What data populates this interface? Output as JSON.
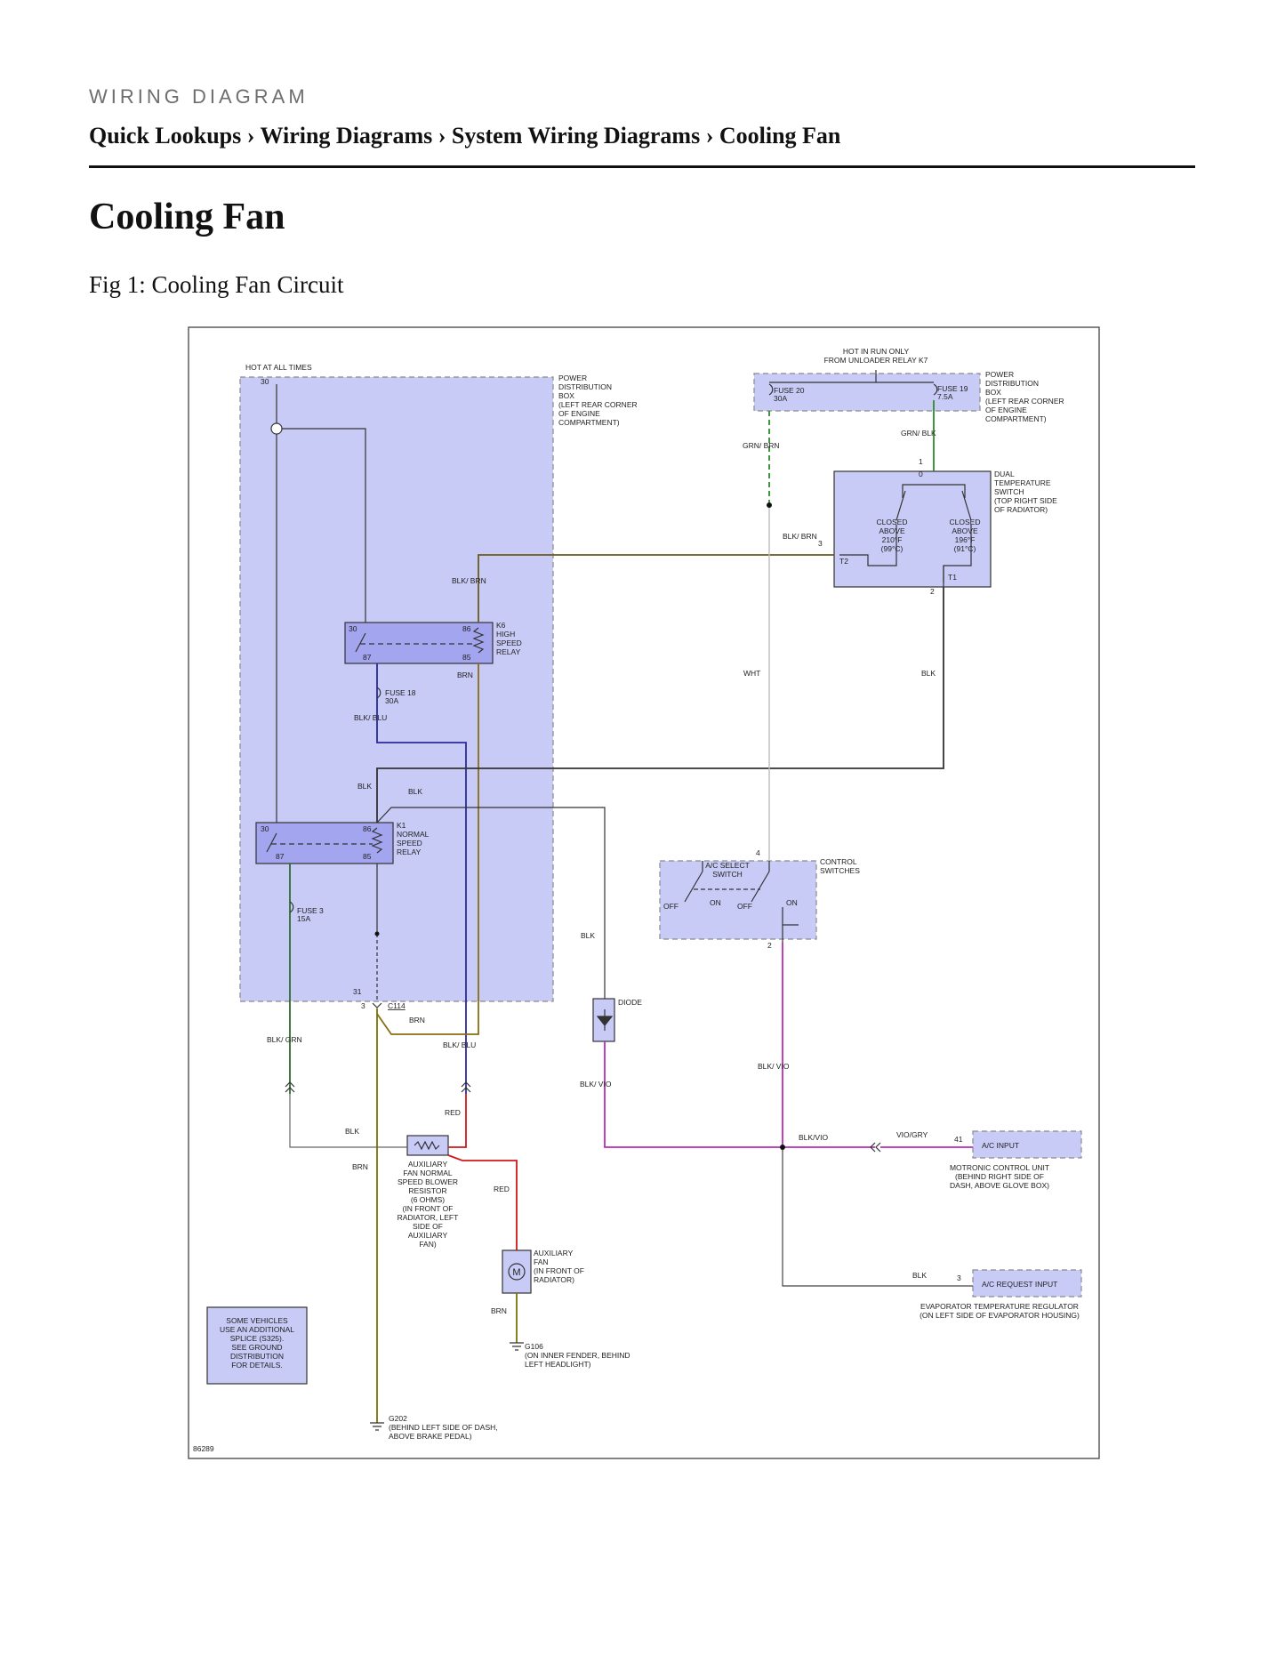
{
  "header": {
    "section": "WIRING DIAGRAM",
    "breadcrumb": [
      "Quick Lookups",
      "Wiring Diagrams",
      "System Wiring Diagrams",
      "Cooling Fan"
    ],
    "separator": "›"
  },
  "page_title": "Cooling Fan",
  "figure_caption": "Fig 1: Cooling Fan Circuit",
  "diagram": {
    "figure_number": "86289",
    "notes": {
      "hot_at_all_times": "HOT AT ALL TIMES",
      "hot_in_run_1": "HOT IN RUN ONLY",
      "hot_in_run_2": "FROM UNLOADER RELAY K7"
    },
    "pdb_left_label": [
      "POWER",
      "DISTRIBUTION",
      "BOX",
      "(LEFT REAR CORNER",
      "OF ENGINE",
      "COMPARTMENT)"
    ],
    "pdb_right_label": [
      "POWER",
      "DISTRIBUTION",
      "BOX",
      "(LEFT REAR CORNER",
      "OF ENGINE",
      "COMPARTMENT)"
    ],
    "relays": {
      "k6": [
        "K6",
        "HIGH",
        "SPEED",
        "RELAY"
      ],
      "k1": [
        "K1",
        "NORMAL",
        "SPEED",
        "RELAY"
      ]
    },
    "fuses": {
      "fuse18": [
        "FUSE 18",
        "30A"
      ],
      "fuse3": [
        "FUSE 3",
        "15A"
      ],
      "fuse20": [
        "FUSE 20",
        "30A"
      ],
      "fuse19": [
        "FUSE 19",
        "7.5A"
      ]
    },
    "dual_temp_switch": {
      "label": [
        "DUAL",
        "TEMPERATURE",
        "SWITCH",
        "(TOP RIGHT SIDE",
        "OF RADIATOR)"
      ],
      "closed_1": [
        "CLOSED",
        "ABOVE",
        "210°F",
        "(99°C)"
      ],
      "closed_2": [
        "CLOSED",
        "ABOVE",
        "196°F",
        "(91°C)"
      ],
      "t1": "T1",
      "t2": "T2"
    },
    "control_switches": {
      "label": [
        "CONTROL",
        "SWITCHES"
      ],
      "ac_select": [
        "A/C SELECT",
        "SWITCH"
      ],
      "off": "OFF",
      "on": "ON"
    },
    "diode": "DIODE",
    "connector": "C114",
    "resistor": [
      "AUXILIARY",
      "FAN NORMAL",
      "SPEED BLOWER",
      "RESISTOR",
      "(6 OHMS)",
      "(IN FRONT OF",
      "RADIATOR, LEFT",
      "SIDE OF",
      "AUXILIARY",
      "FAN)"
    ],
    "motor": [
      "AUXILIARY",
      "FAN",
      "(IN FRONT OF",
      "RADIATOR)"
    ],
    "motor_symbol": "M",
    "ac_input": "A/C INPUT",
    "motronic": [
      "MOTRONIC CONTROL UNIT",
      "(BEHIND RIGHT SIDE OF",
      "DASH, ABOVE GLOVE BOX)"
    ],
    "ac_request": "A/C REQUEST INPUT",
    "evap": [
      "EVAPORATOR TEMPERATURE REGULATOR",
      "(ON LEFT SIDE OF EVAPORATOR HOUSING)"
    ],
    "g106": [
      "G106",
      "(ON INNER FENDER, BEHIND",
      "LEFT HEADLIGHT)"
    ],
    "g202": [
      "G202",
      "(BEHIND LEFT SIDE OF DASH,",
      "ABOVE BRAKE PEDAL)"
    ],
    "splice_note": [
      "SOME VEHICLES",
      "USE AN ADDITIONAL",
      "SPLICE (S325).",
      "SEE GROUND",
      "DISTRIBUTION",
      "FOR DETAILS."
    ],
    "wire_labels": {
      "blk_brn": "BLK/ BRN",
      "brn": "BRN",
      "blk_blu": "BLK/ BLU",
      "blk": "BLK",
      "blk_grn": "BLK/ GRN",
      "red": "RED",
      "wht": "WHT",
      "grn_brn": "GRN/ BRN",
      "grn_blk": "GRN/ BLK",
      "blk_vio": "BLK/ VIO",
      "blk_vio_h": "BLK/VIO",
      "vio_gry": "VIO/GRY"
    },
    "pins": {
      "p30": "30",
      "p86": "86",
      "p87": "87",
      "p85": "85",
      "p31": "31",
      "p3": "3",
      "p4": "4",
      "p2": "2",
      "p1": "1",
      "p0": "0",
      "p41": "41"
    },
    "wire_colors": {
      "brown": "#8a6d14",
      "olive": "#7a7300",
      "blue": "#2a2a9a",
      "red": "#d01818",
      "green": "#2e8b2e",
      "violet": "#b82cb8",
      "black": "#333333",
      "white_wire": "#bdbdbd"
    },
    "fill_colors": {
      "box": "#c9cbf7",
      "relay": "#a3a5ef"
    }
  }
}
